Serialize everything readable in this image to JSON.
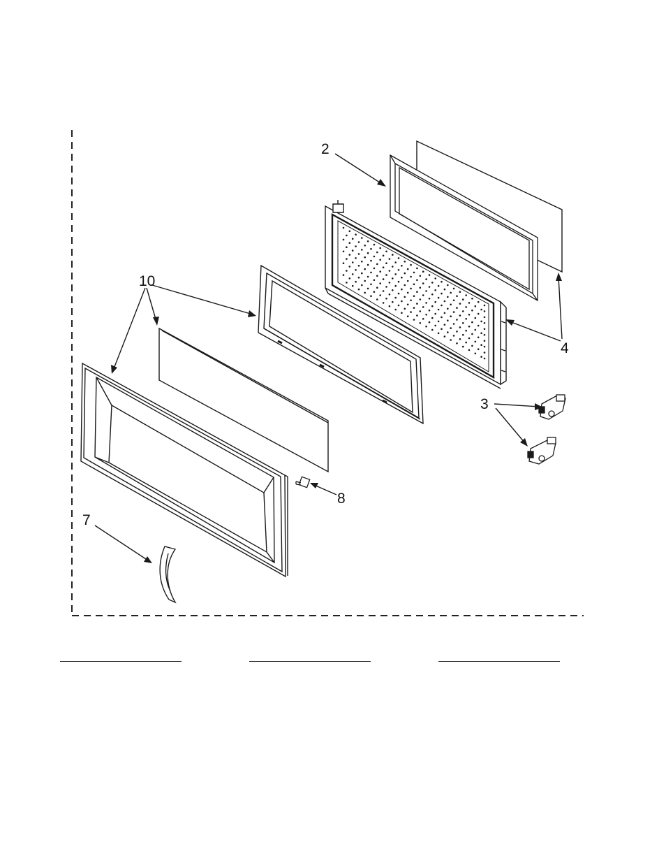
{
  "callouts": {
    "c2": "2",
    "c3": "3",
    "c4": "4",
    "c7": "7",
    "c8": "8",
    "c10": "10"
  },
  "colors": {
    "line": "#1a1a1a",
    "fill": "#ffffff",
    "dash": "#222222"
  },
  "signature_lines": 3
}
